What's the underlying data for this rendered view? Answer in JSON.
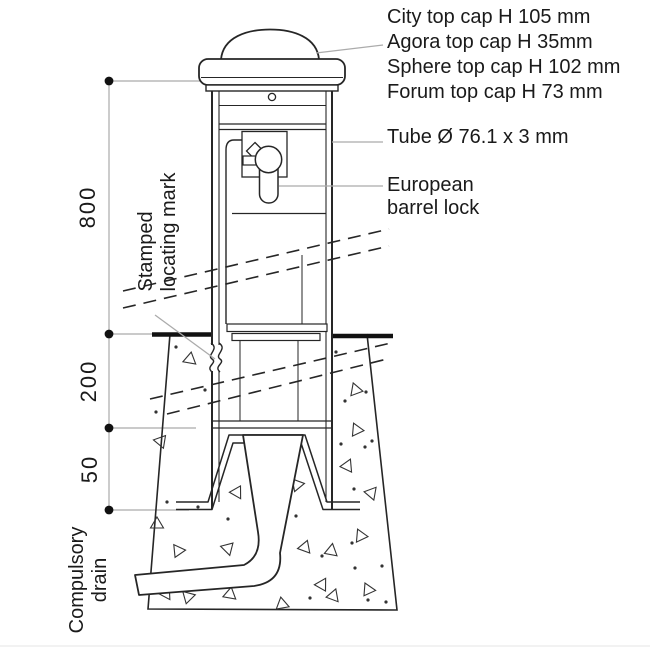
{
  "annotations": {
    "cap_options": [
      "City top cap H 105 mm",
      "Agora top cap H 35mm",
      "Sphere top cap H 102 mm",
      "Forum top cap H 73 mm"
    ],
    "tube": "Tube Ø 76.1 x 3 mm",
    "lock": {
      "line1": "European",
      "line2": "barrel lock"
    },
    "stamped_mark": {
      "line1": "Stamped",
      "line2": "locating mark"
    },
    "drain": {
      "line1": "Compulsory",
      "line2": "drain"
    }
  },
  "dimensions": {
    "above_ground": "800",
    "embed_depth": "200",
    "foot_height": "50"
  },
  "colors": {
    "ink": "#262626",
    "ground": "#111111",
    "leader": "#ababab",
    "text": "#1a1a1a",
    "background": "#ffffff"
  }
}
